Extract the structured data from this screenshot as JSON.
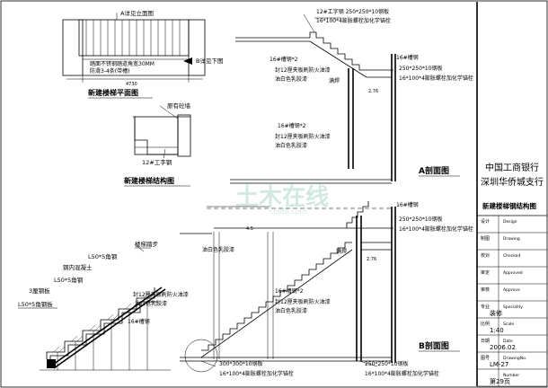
{
  "plan": {
    "title": "新建楼梯平面图",
    "label_a": "A详见立面图",
    "label_b": "B详见下图",
    "note_line1": "踏面不锈钢踏道角宽30MM",
    "note_line2": "防滑3-4条(带槽)",
    "dim": "4730"
  },
  "structure": {
    "title": "新建楼梯结构图",
    "label_steel_plate": "原有砼墙",
    "label_ibeam": "12#工字钢"
  },
  "section_a": {
    "title": "A剖面图",
    "label_ibeam": "12#工字钢 250*250*10钢板",
    "label_bolts_top": "16*100*4膨胀螺栓加化学锚栓",
    "label_channel_1": "16#槽钢*2",
    "label_board_1": "封12厘夹板刷防火油漆",
    "label_paint_1": "油白色乳胶漆",
    "label_weld": "满焊",
    "label_channel_2": "16#槽钢*2",
    "label_board_2": "封12厘夹板刷防火油漆",
    "label_paint_2": "油白色乳胶漆",
    "label_plate_right": "250*250*10钢板",
    "label_bolts_right": "16*100*4膨胀螺栓加化学锚栓",
    "label_channel_right": "16#槽钢",
    "dim_right": "2.76"
  },
  "section_b": {
    "title": "B剖面图",
    "label_paint": "油白色乳胶漆",
    "label_plate": "250*250*10钢板",
    "label_bolts": "16*100*4膨胀螺栓加化学锚栓",
    "label_channel": "16#槽钢",
    "label_weld": "满焊",
    "label_channel_2": "16#槽钢*2",
    "label_board": "封12厘夹板刷防火油漆",
    "label_paint_2": "油白色乳胶漆",
    "label_bottom_plate": "300*300*10钢板",
    "label_bottom_bolts": "16*100*4膨胀螺栓加化学锚栓",
    "label_bottom_plate_right": "250*250*10钢板",
    "label_bottom_bolts_right": "16*100*4膨胀螺栓加化学锚栓",
    "dim_right": "2.76",
    "dim_left": "4.5"
  },
  "detail": {
    "label_tread": "楼梯踏步",
    "label_l50": "L50*5角钢",
    "label_conc": "钢内混凝土",
    "label_l50_b": "L50*5角钢",
    "label_angle": "3厘钢板",
    "label_l50_c": "L50*5角钢板",
    "label_board": "封12厘夹板刷防火油漆",
    "label_paint": "油白色乳胶漆",
    "label_channel": "16#槽钢"
  },
  "title_block": {
    "company_line1": "中国工商银行",
    "company_line2": "深圳华侨城支行",
    "drawing_title": "新建楼梯钢结构图",
    "rows": [
      {
        "cn": "设计",
        "en": "Design",
        "value": ""
      },
      {
        "cn": "制图",
        "en": "Drawing",
        "value": ""
      },
      {
        "cn": "校对",
        "en": "Checked",
        "value": ""
      },
      {
        "cn": "审定",
        "en": "Approved",
        "value": ""
      },
      {
        "cn": "审核",
        "en": "Approve",
        "value": ""
      },
      {
        "cn": "专业",
        "en": "Speciality",
        "value": "装修"
      },
      {
        "cn": "比例",
        "en": "Scale",
        "value": "1:40"
      },
      {
        "cn": "日期",
        "en": "Date",
        "value": "2006.02"
      },
      {
        "cn": "图号",
        "en": "DrawingNo.",
        "value": "LM-27"
      },
      {
        "cn": "",
        "en": "Number",
        "value": "第29页"
      }
    ]
  },
  "watermark": {
    "text": "土木在线",
    "sub": "coi88.com"
  }
}
